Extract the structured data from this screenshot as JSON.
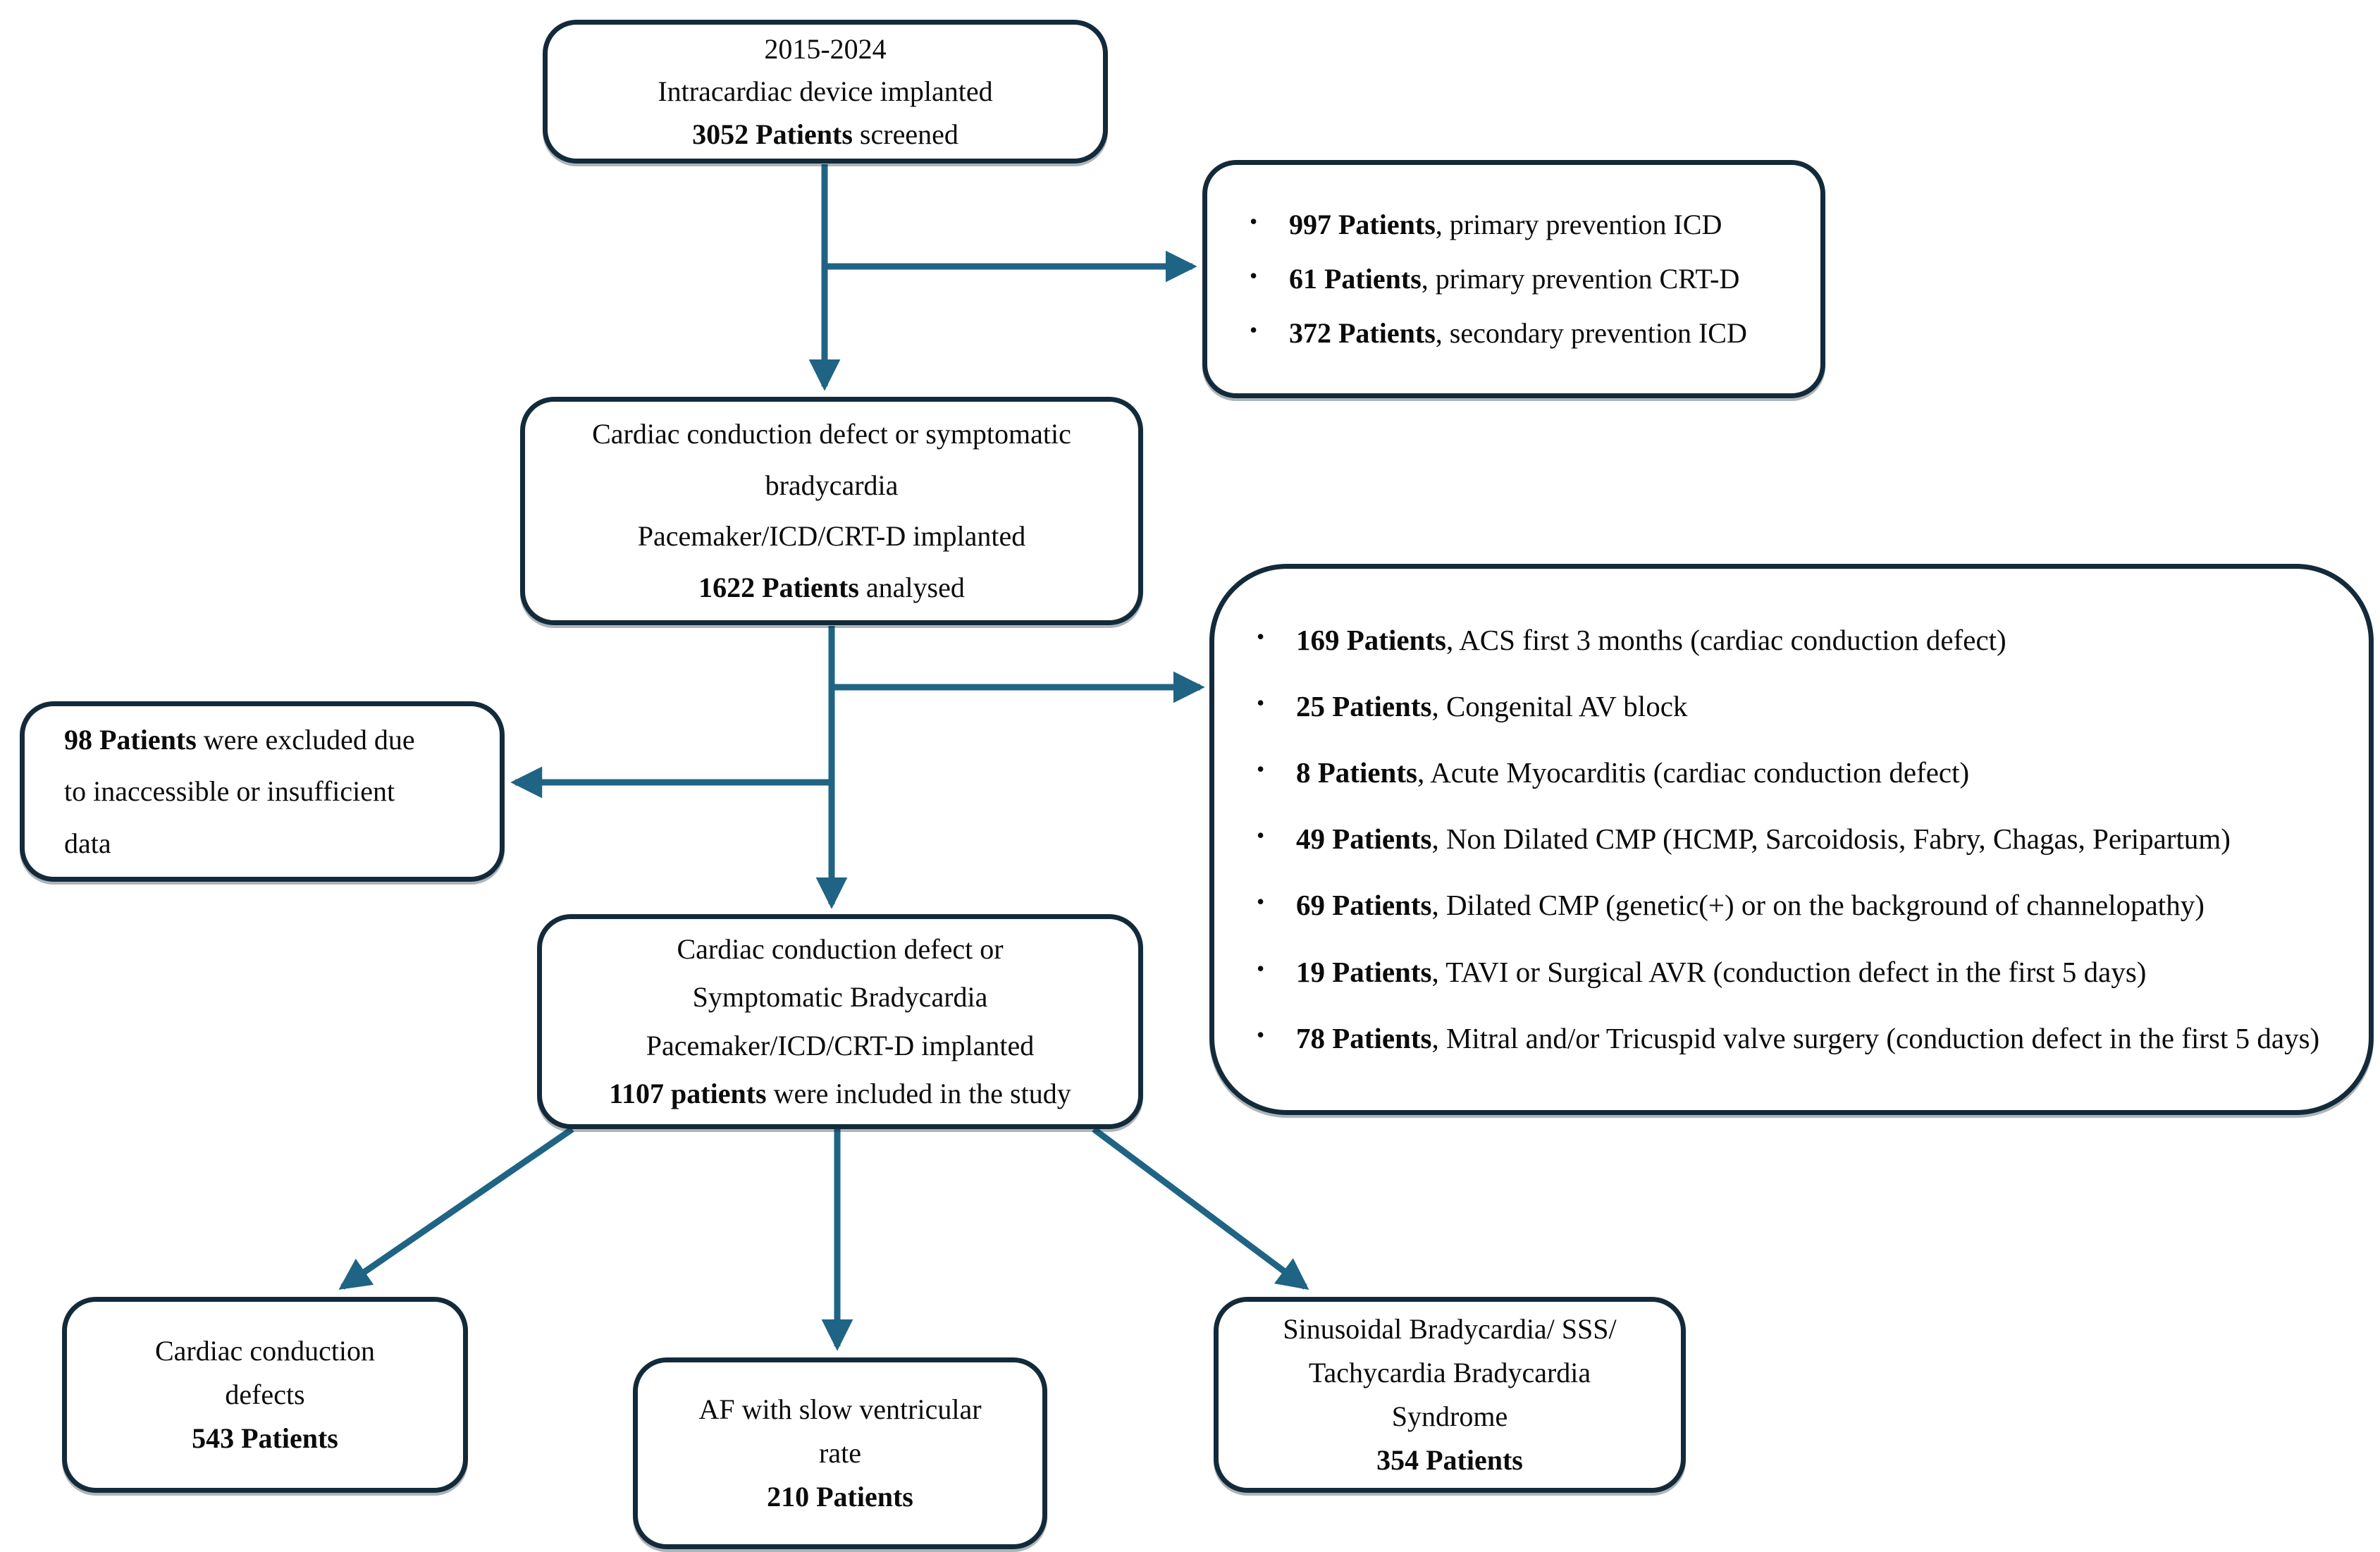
{
  "diagram": {
    "title": "Patient selection flowchart",
    "colors": {
      "arrow": "#1f6484",
      "box_border": "#132a3a",
      "text": "#0b0b0b",
      "background": "#ffffff"
    },
    "boxes": {
      "screened": {
        "lines": [
          {
            "t": "2015-2024"
          },
          {
            "t": "Intracardiac device implanted"
          },
          {
            "b": "3052 Patients",
            "t": " screened"
          }
        ]
      },
      "prevention_exclusions": {
        "bullets": [
          {
            "dot": "•",
            "b": "997 Patients",
            "t": ", primary prevention ICD"
          },
          {
            "dot": "•",
            "b": "61 Patients",
            "t": ", primary prevention CRT-D"
          },
          {
            "dot": "•",
            "b": "372 Patients",
            "t": ", secondary prevention ICD"
          }
        ]
      },
      "analysed": {
        "lines": [
          {
            "t": "Cardiac conduction defect or symptomatic"
          },
          {
            "t": "bradycardia"
          },
          {
            "t": "Pacemaker/ICD/CRT-D implanted"
          },
          {
            "b": "1622 Patients",
            "t": " analysed"
          }
        ]
      },
      "excluded_data": {
        "lines": [
          {
            "b": "98 Patients",
            "t": " were excluded due"
          },
          {
            "t": "to inaccessible or insufficient"
          },
          {
            "t": "data"
          }
        ]
      },
      "clinical_exclusions": {
        "bullets": [
          {
            "dot": "•",
            "b": "169 Patients",
            "t": ", ACS first 3 months (cardiac conduction defect)"
          },
          {
            "dot": "•",
            "b": "25 Patients",
            "t": ", Congenital AV block"
          },
          {
            "dot": "•",
            "b": "8 Patients",
            "t": ", Acute Myocarditis (cardiac conduction defect)"
          },
          {
            "dot": "•",
            "b": "49 Patients",
            "t": ", Non Dilated CMP (HCMP, Sarcoidosis, Fabry, Chagas, Peripartum)"
          },
          {
            "dot": "•",
            "b": "69 Patients",
            "t": ", Dilated CMP (genetic(+) or on the background of channelopathy)"
          },
          {
            "dot": "•",
            "b": "19 Patients",
            "t": ", TAVI or Surgical AVR (conduction defect in the first 5 days)"
          },
          {
            "dot": "•",
            "b": "78 Patients",
            "t": ", Mitral and/or Tricuspid valve surgery (conduction defect in the first 5 days)"
          }
        ]
      },
      "included": {
        "lines": [
          {
            "t": "Cardiac conduction defect or"
          },
          {
            "t": "Symptomatic Bradycardia"
          },
          {
            "t": "Pacemaker/ICD/CRT-D implanted"
          },
          {
            "b": "1107 patients",
            "t": " were included in the study"
          }
        ]
      },
      "conduction_defects": {
        "lines": [
          {
            "t": "Cardiac conduction"
          },
          {
            "t": "defects"
          },
          {
            "b": "543 Patients"
          }
        ]
      },
      "af_slow_rate": {
        "lines": [
          {
            "t": "AF with slow ventricular"
          },
          {
            "t": "rate"
          },
          {
            "b": "210 Patients"
          }
        ]
      },
      "sinus_bradycardia": {
        "lines": [
          {
            "t": "Sinusoidal Bradycardia/ SSS/"
          },
          {
            "t": "Tachycardia Bradycardia"
          },
          {
            "t": "Syndrome"
          },
          {
            "b": "354 Patients"
          }
        ]
      }
    }
  }
}
